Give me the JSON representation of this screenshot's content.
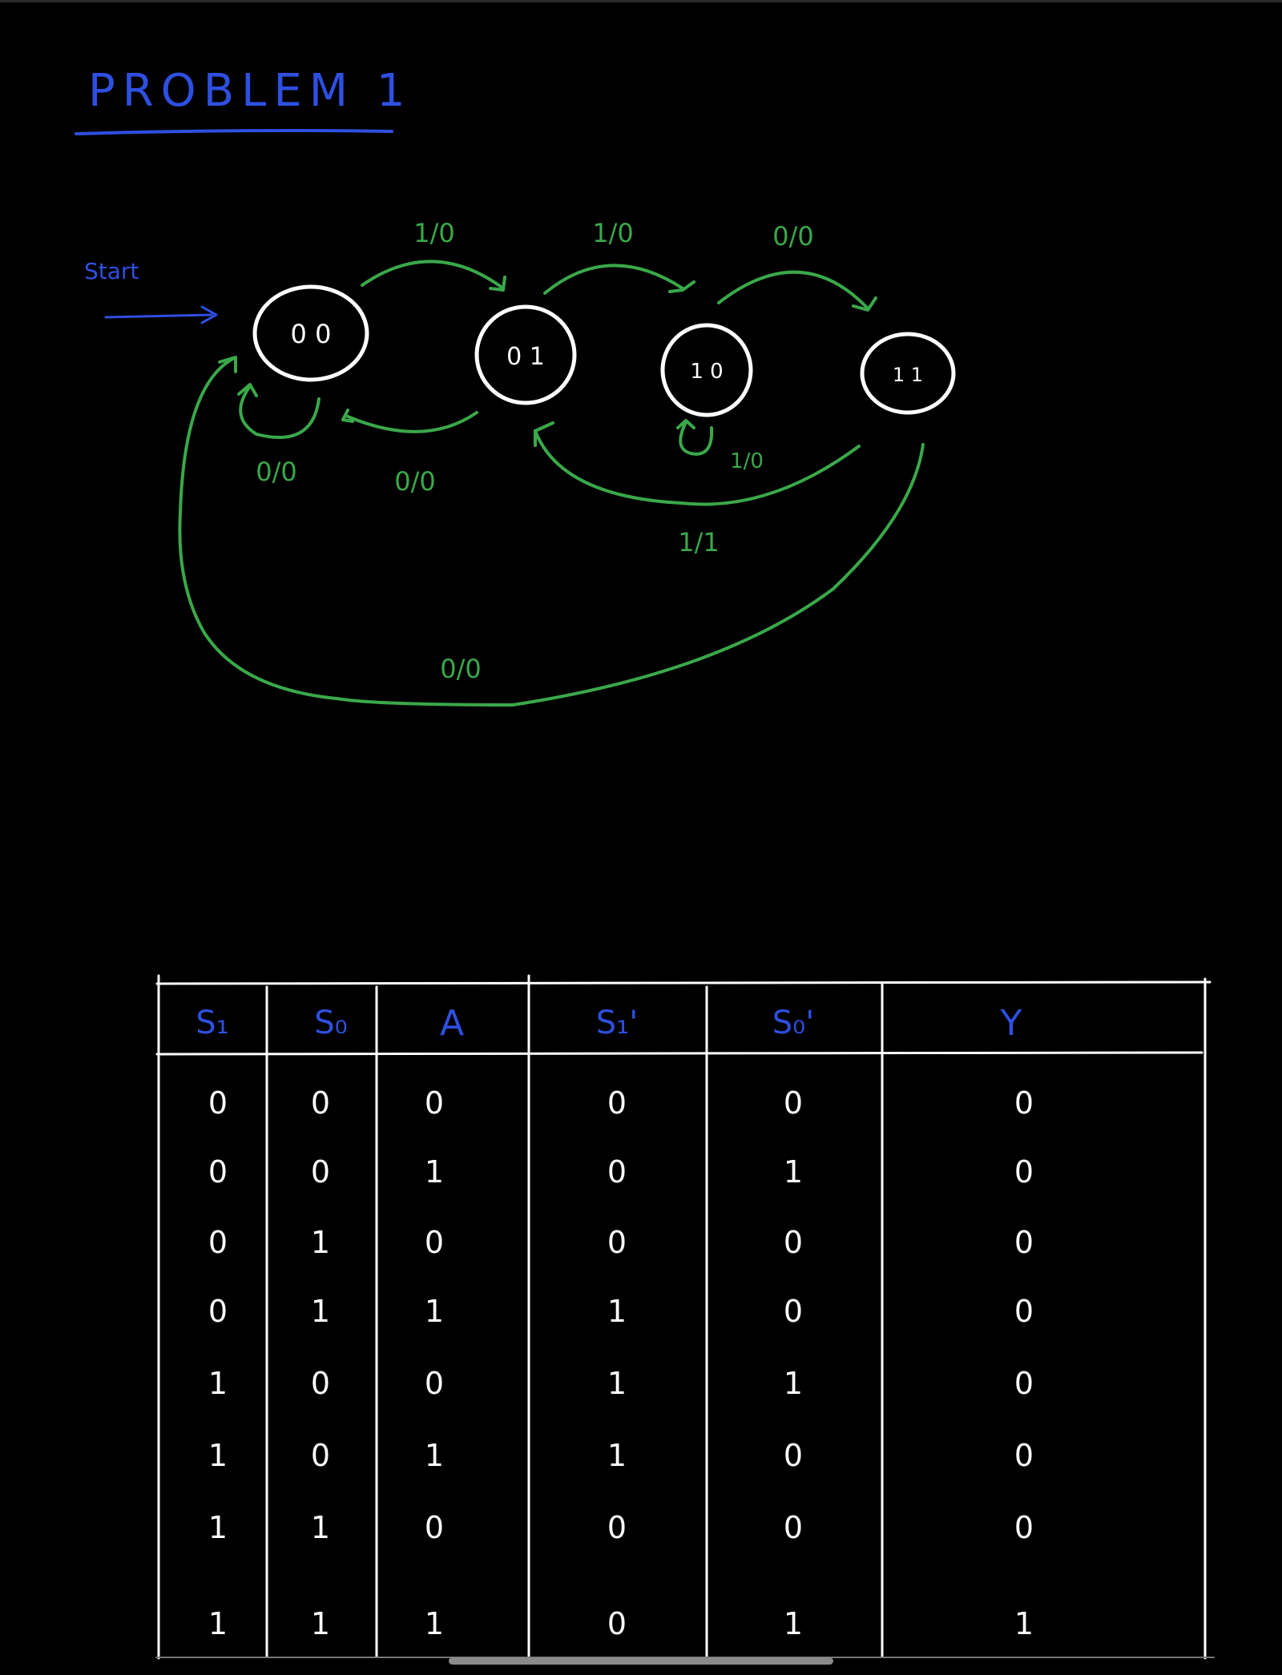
{
  "title": "PROBLEM 1",
  "start_label": "Start",
  "colors": {
    "ink_blue": "#2f4fe0",
    "ink_green": "#3aa84a",
    "ink_white": "#ffffff",
    "background": "#000000"
  },
  "state_diagram": {
    "states": [
      {
        "id": "s00",
        "label": "0 0"
      },
      {
        "id": "s01",
        "label": "0 1"
      },
      {
        "id": "s10",
        "label": "1 0"
      },
      {
        "id": "s11",
        "label": "1 1"
      }
    ],
    "transitions": [
      {
        "id": "t00_01",
        "from": "00",
        "to": "01",
        "label": "1/0"
      },
      {
        "id": "t01_10",
        "from": "01",
        "to": "10",
        "label": "1/0"
      },
      {
        "id": "t10_11",
        "from": "10",
        "to": "11",
        "label": "0/0"
      },
      {
        "id": "t00_00",
        "from": "00",
        "to": "00",
        "label": "0/0"
      },
      {
        "id": "t01_00",
        "from": "01",
        "to": "00",
        "label": "0/0"
      },
      {
        "id": "t10_10",
        "from": "10",
        "to": "10",
        "label": "1/0"
      },
      {
        "id": "t11_01",
        "from": "11",
        "to": "01",
        "label": "1/1"
      },
      {
        "id": "t11_00",
        "from": "11",
        "to": "00",
        "label": "0/0"
      }
    ]
  },
  "table": {
    "headers": [
      "S₁",
      "S₀",
      "A",
      "S₁'",
      "S₀'",
      "Y"
    ],
    "rows": [
      [
        "0",
        "0",
        "0",
        "0",
        "0",
        "0"
      ],
      [
        "0",
        "0",
        "1",
        "0",
        "1",
        "0"
      ],
      [
        "0",
        "1",
        "0",
        "0",
        "0",
        "0"
      ],
      [
        "0",
        "1",
        "1",
        "1",
        "0",
        "0"
      ],
      [
        "1",
        "0",
        "0",
        "1",
        "1",
        "0"
      ],
      [
        "1",
        "0",
        "1",
        "1",
        "0",
        "0"
      ],
      [
        "1",
        "1",
        "0",
        "0",
        "0",
        "0"
      ],
      [
        "1",
        "1",
        "1",
        "0",
        "1",
        "1"
      ]
    ]
  }
}
